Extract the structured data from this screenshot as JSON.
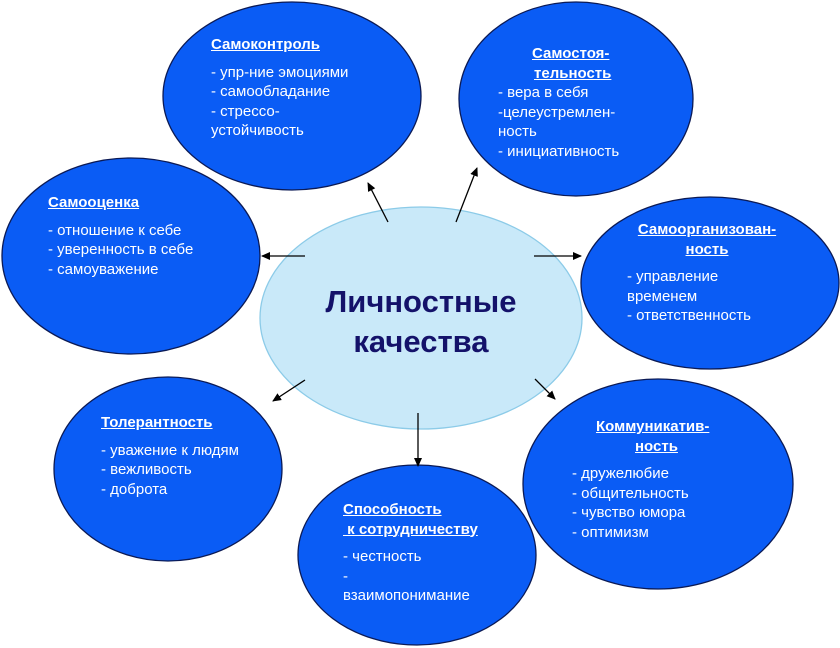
{
  "diagram": {
    "type": "mind-map",
    "colors": {
      "node_fill": "#0a5cf5",
      "node_stroke": "#0b1a55",
      "center_fill": "#c9e9f9",
      "center_stroke": "#8ccbe8",
      "center_text": "#14126a",
      "arrow": "#000000",
      "node_text": "#ffffff"
    },
    "center": {
      "line1": "Личностные",
      "line2": "качества"
    },
    "nodes": {
      "self_control": {
        "title": "Самоконтроль",
        "items": [
          "- упр-ние эмоциями",
          "- самообладание",
          "- стрессо-",
          "устойчивость"
        ]
      },
      "independence": {
        "title_line1": "Самостоя-",
        "title_line2": "тельность",
        "items": [
          "- вера в себя",
          "-целеустремлен-",
          "ность",
          "- инициативность"
        ]
      },
      "self_esteem": {
        "title": "Самооценка",
        "items": [
          "- отношение к себе",
          "- уверенность в себе",
          "- самоуважение"
        ]
      },
      "self_organization": {
        "title_line1": "Самоорганизован-",
        "title_line2": "ность",
        "items": [
          "- управление",
          "временем",
          "- ответственность"
        ]
      },
      "tolerance": {
        "title": "Толерантность",
        "items": [
          "- уважение к людям",
          "- вежливость",
          "- доброта"
        ]
      },
      "cooperation": {
        "title_line1": "Способность",
        "title_line2": " к сотрудничеству",
        "items": [
          "- честность",
          "-",
          "взаимопонимание"
        ]
      },
      "communicativeness": {
        "title_line1": "Коммуникатив-",
        "title_line2": "ность",
        "items": [
          "- дружелюбие",
          "- общительность",
          "- чувство юмора",
          "- оптимизм"
        ]
      }
    }
  }
}
